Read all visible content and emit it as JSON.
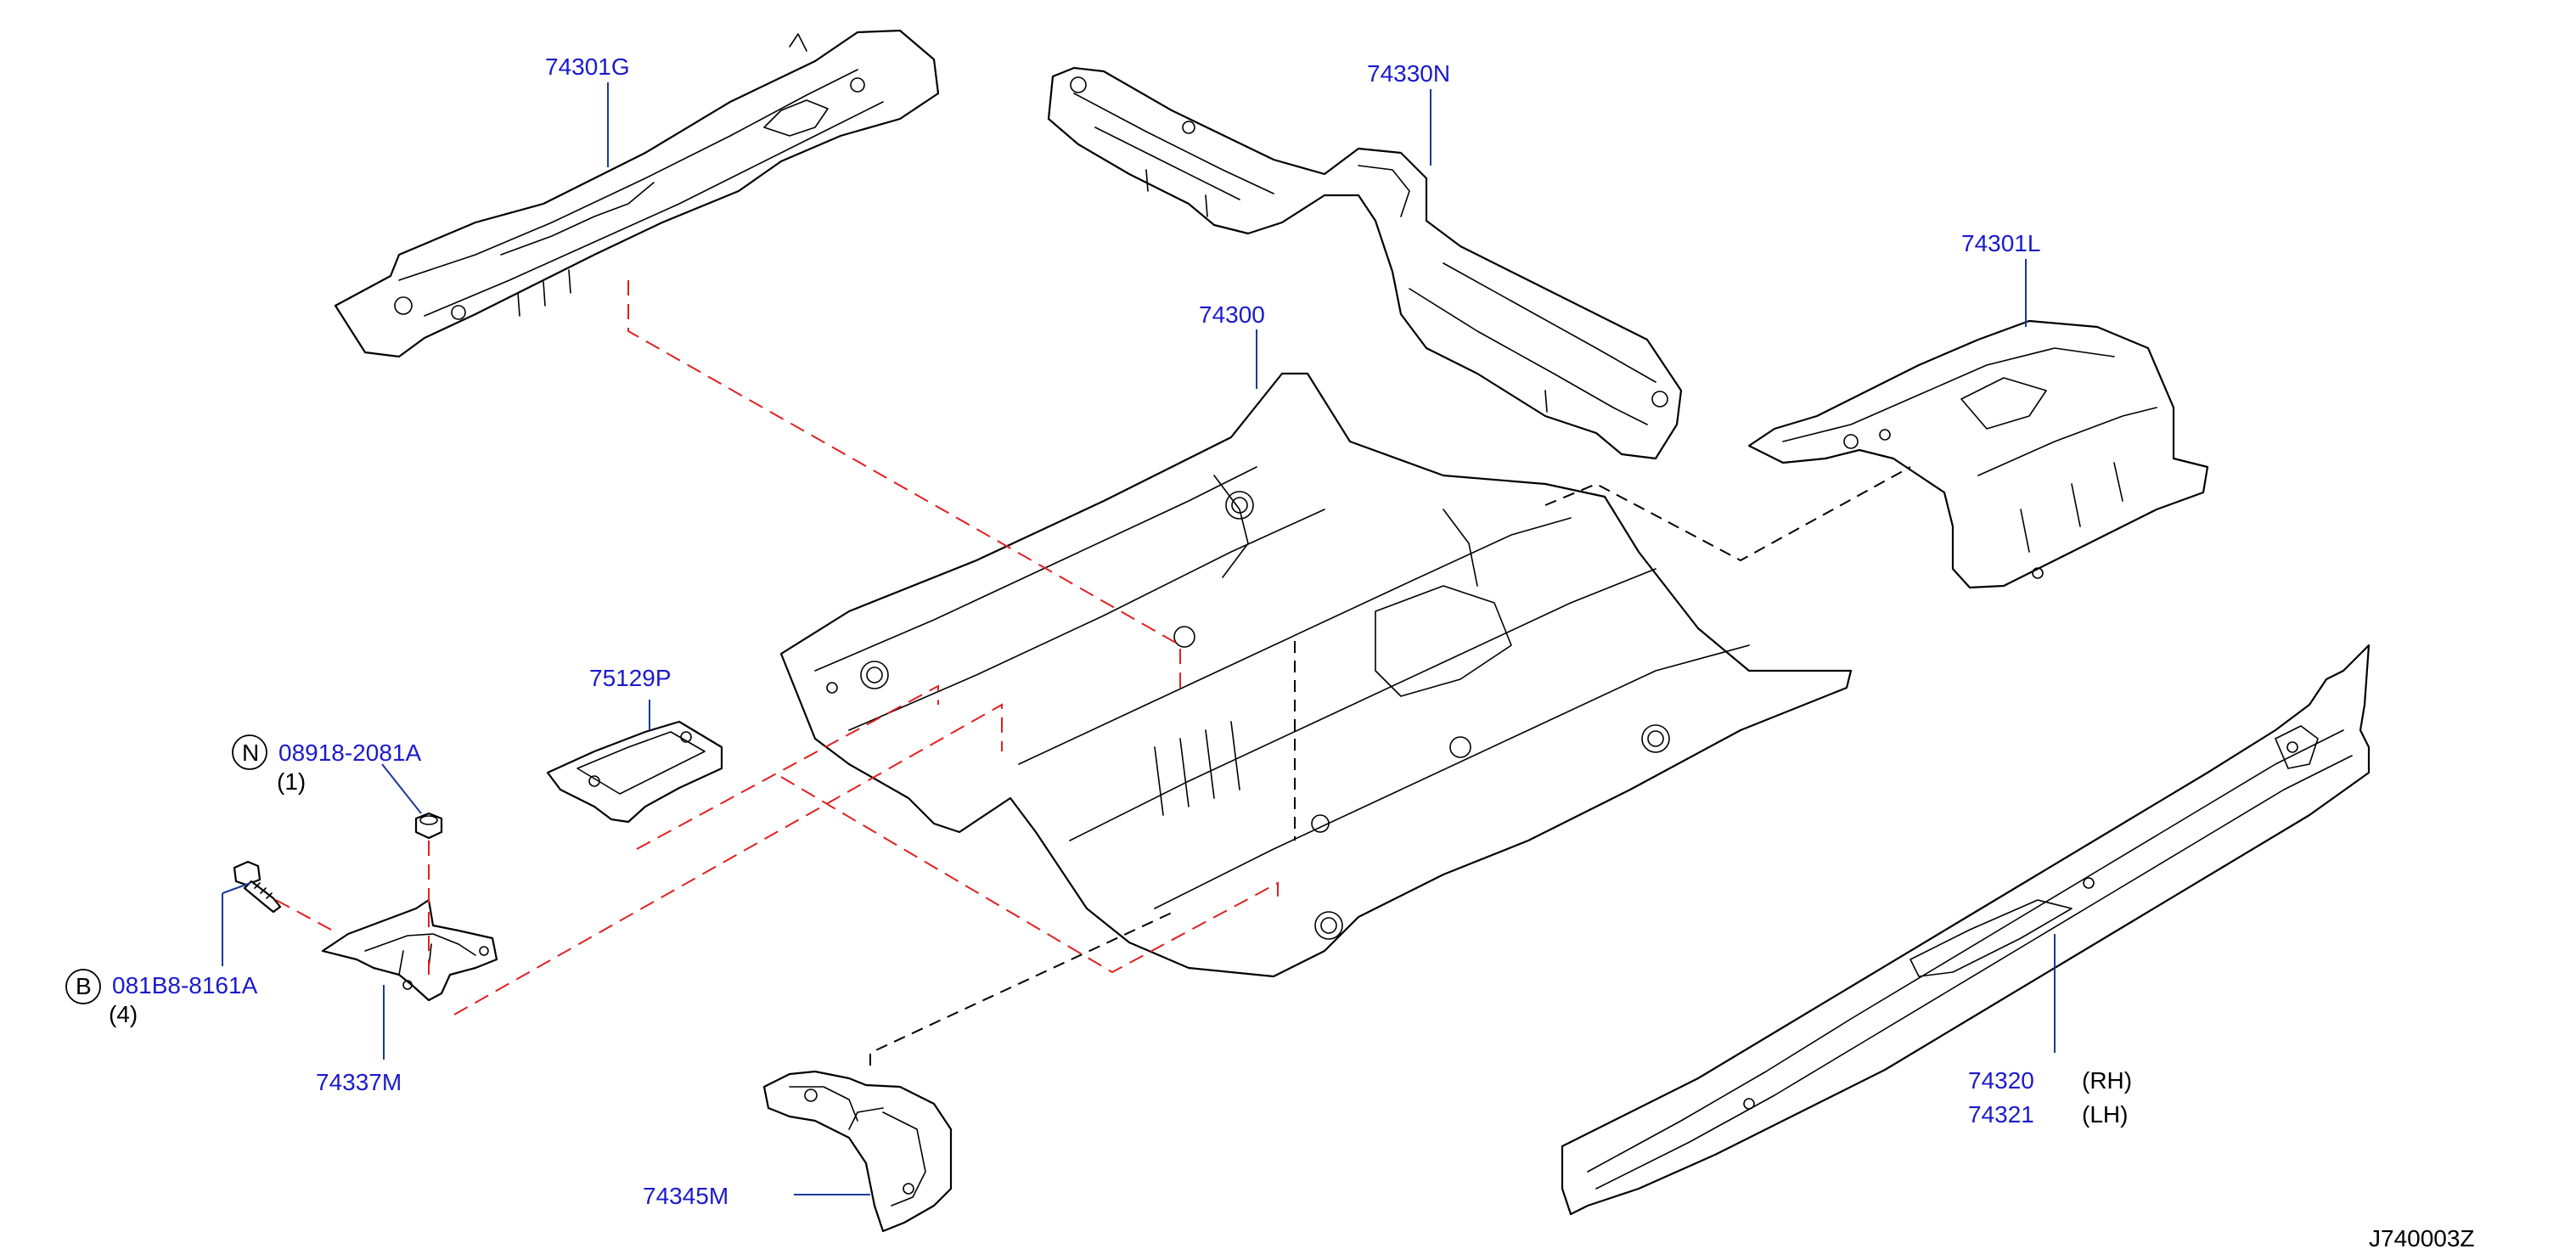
{
  "parts": {
    "p74301G": "74301G",
    "p74330N": "74330N",
    "p74301L": "74301L",
    "p74300": "74300",
    "p75129P": "75129P",
    "nut_part": "08918-2081A",
    "nut_symbol": "N",
    "nut_qty": "(1)",
    "bolt_part": "081B8-8161A",
    "bolt_symbol": "B",
    "bolt_qty": "(4)",
    "p74337M": "74337M",
    "p74345M": "74345M",
    "p74320": "74320",
    "p74320_side": "(RH)",
    "p74321": "74321",
    "p74321_side": "(LH)"
  },
  "diagram_code": "J740003Z",
  "colors": {
    "part_number": "#1a1acc",
    "leader": "#1a3a99",
    "reference_red": "#e02020",
    "line": "#000000"
  }
}
